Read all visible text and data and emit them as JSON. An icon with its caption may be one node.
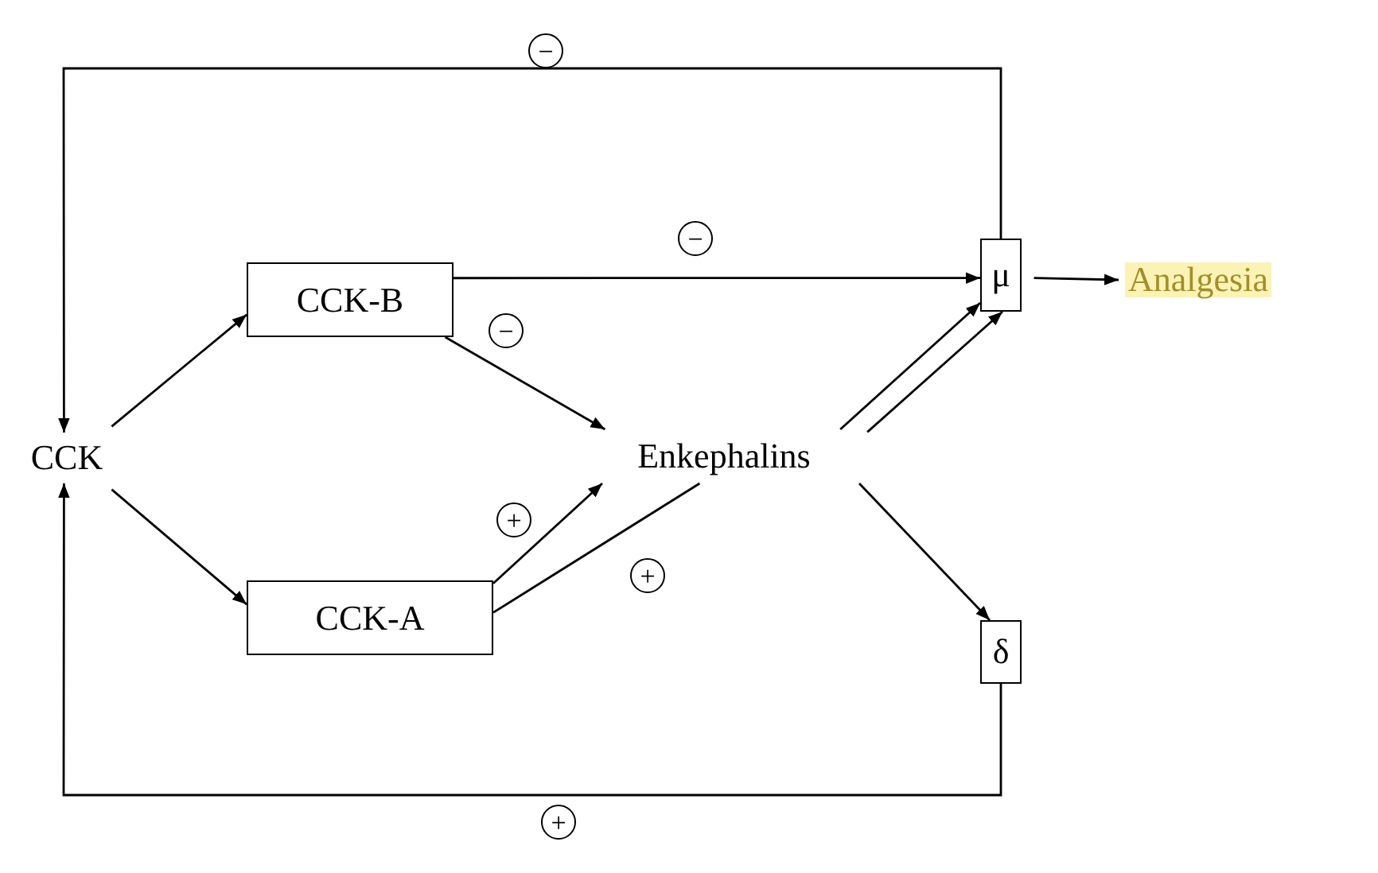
{
  "diagram": {
    "nodes": [
      {
        "text": [
          "CCK"
        ]
      },
      {
        "text": [
          "CCK-B"
        ]
      },
      {
        "text": [
          "CCK-A"
        ]
      },
      {
        "text": [
          "Enkephalins"
        ]
      },
      {
        "text": [
          "μ"
        ]
      },
      {
        "text": [
          "δ"
        ]
      },
      {
        "text": [
          "Analgesia"
        ]
      }
    ],
    "edges": [
      {
        "from": 0,
        "to": 1,
        "arrow": "to"
      },
      {
        "from": 0,
        "to": 2,
        "arrow": "to"
      },
      {
        "from": 1,
        "to": 4,
        "arrow": "to",
        "label": "−"
      },
      {
        "from": 1,
        "to": 3,
        "arrow": "to",
        "label": "−"
      },
      {
        "from": 2,
        "to": 3,
        "arrow": "to",
        "label": "+"
      },
      {
        "from": 2,
        "to": 3,
        "arrow": "none",
        "label": "+"
      },
      {
        "from": 3,
        "to": 4,
        "arrow": "to"
      },
      {
        "from": 3,
        "to": 4,
        "arrow": "to"
      },
      {
        "from": 3,
        "to": 5,
        "arrow": "to"
      },
      {
        "from": 4,
        "to": 6,
        "arrow": "to"
      },
      {
        "from": 4,
        "to": 0,
        "arrow": "to",
        "label": "−"
      },
      {
        "from": 5,
        "to": 0,
        "arrow": "to",
        "label": "+"
      }
    ]
  }
}
